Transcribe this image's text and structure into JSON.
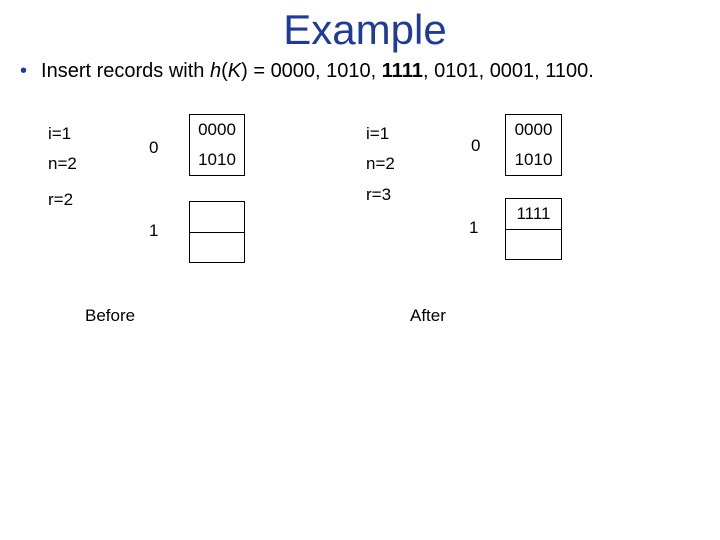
{
  "title": "Example",
  "bullet": {
    "prefix": "Insert records with ",
    "h": "h",
    "paren_open": "(",
    "K": "K",
    "paren_close": ") = 0000, 1010, ",
    "bold": "1111",
    "suffix": ", 0101, 0001, 1100."
  },
  "before": {
    "i": "i=1",
    "n": "n=2",
    "r": "r=2",
    "bucket_index_0": "0",
    "bucket_index_1": "1",
    "bucket0": [
      "0000",
      "1010"
    ],
    "bucket1": [
      "",
      ""
    ],
    "caption": "Before"
  },
  "after": {
    "i": "i=1",
    "n": "n=2",
    "r": "r=3",
    "bucket_index_0": "0",
    "bucket_index_1": "1",
    "bucket0": [
      "0000",
      "1010"
    ],
    "bucket1": [
      "1111",
      ""
    ],
    "caption": "After"
  }
}
